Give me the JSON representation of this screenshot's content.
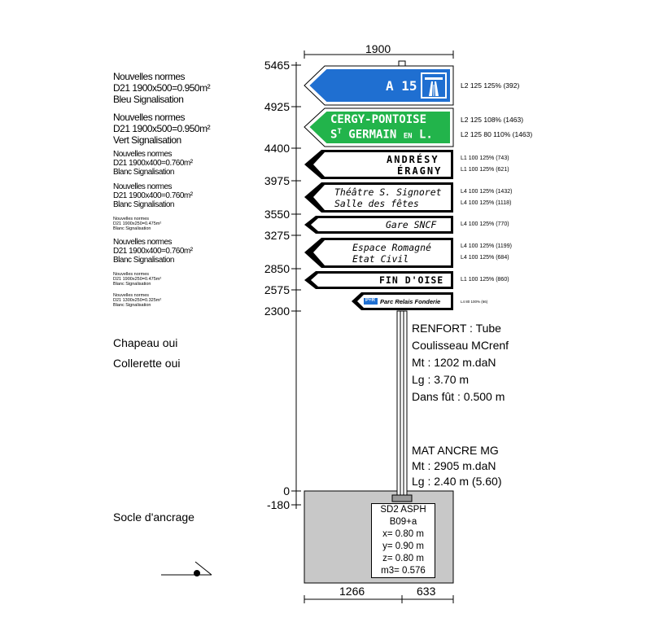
{
  "dimensions": {
    "width_top": "1900",
    "width_left": "1266",
    "width_right": "633"
  },
  "elevations": [
    "5465",
    "4925",
    "4400",
    "3975",
    "3550",
    "3275",
    "2850",
    "2575",
    "2300",
    "0",
    "-180"
  ],
  "specs": [
    {
      "lines": [
        "Nouvelles normes",
        "D21 1900x500=0.950m²",
        "Bleu Signalisation"
      ]
    },
    {
      "lines": [
        "Nouvelles normes",
        "D21 1900x500=0.950m²",
        "Vert Signalisation"
      ]
    },
    {
      "lines": [
        "Nouvelles normes",
        "D21 1900x400=0.760m²",
        "Blanc Signalisation"
      ]
    },
    {
      "lines": [
        "Nouvelles normes",
        "D21 1900x400=0.760m²",
        "Blanc Signalisation"
      ]
    },
    {
      "lines": [
        "Nouvelles normes",
        "D21 1900x250=0.475m²",
        "Blanc Signalisation"
      ]
    },
    {
      "lines": [
        "Nouvelles normes",
        "D21 1900x400=0.760m²",
        "Blanc Signalisation"
      ]
    },
    {
      "lines": [
        "Nouvelles normes",
        "D21 1900x250=0.475m²",
        "Blanc Signalisation"
      ]
    },
    {
      "lines": [
        "Nouvelles normes",
        "D21 1300x250=0.325m²",
        "Blanc Signalisation"
      ]
    }
  ],
  "panels": {
    "a15": {
      "text": "A 15",
      "color": "#1f6fd1"
    },
    "cergy": {
      "line1": "CERGY-PONTOISE",
      "line2a": "S",
      "line2b": "T",
      "line2c": " GERMAIN ",
      "line2d": "EN",
      "line2e": " L.",
      "color": "#22b44b"
    },
    "andresy": {
      "line1": "ANDRÉSY",
      "line2": "ÉRAGNY"
    },
    "theatre": {
      "line1": "Théâtre S. Signoret",
      "line2": "Salle des fêtes"
    },
    "gare": {
      "line1": "Gare SNCF"
    },
    "espace": {
      "line1": "Espace Romagné",
      "line2": "Etat Civil"
    },
    "finoise": {
      "line1": "FIN D'OISE"
    },
    "parc": {
      "badge": "P+R",
      "line1": "Parc Relais Fonderie",
      "badge_color": "#1f6fd1"
    }
  },
  "refs": {
    "a15": [
      "L2 125 125% (392)"
    ],
    "cergy": [
      "L2 125 108% (1463)",
      "L2 125 80 110% (1463)"
    ],
    "andresy": [
      "L1 100 125% (743)",
      "L1 100 125% (621)"
    ],
    "theatre": [
      "L4 100 125% (1432)",
      "L4 100 125% (1118)"
    ],
    "gare": [
      "L4 100 125% (770)"
    ],
    "espace": [
      "L4 100 125% (1199)",
      "L4 100 125% (684)"
    ],
    "finoise": [
      "L1 100 125% (860)"
    ],
    "parc": [
      "L4 80 100% (66)"
    ]
  },
  "notes": {
    "chapeau": "Chapeau oui",
    "collerette": "Collerette oui",
    "socle": "Socle d'ancrage",
    "renfort": [
      "RENFORT : Tube",
      "Coulisseau MCrenf",
      "Mt : 1202 m.daN",
      "Lg : 3.70 m",
      "Dans fût : 0.500 m"
    ],
    "mat": [
      "MAT ANCRE MG",
      "Mt : 2905 m.daN",
      "Lg : 2.40 m (5.60)"
    ]
  },
  "foundation": [
    "SD2 ASPH",
    "B09+a",
    "x= 0.80 m",
    "y= 0.90 m",
    "z= 0.80 m",
    "m3= 0.576"
  ]
}
